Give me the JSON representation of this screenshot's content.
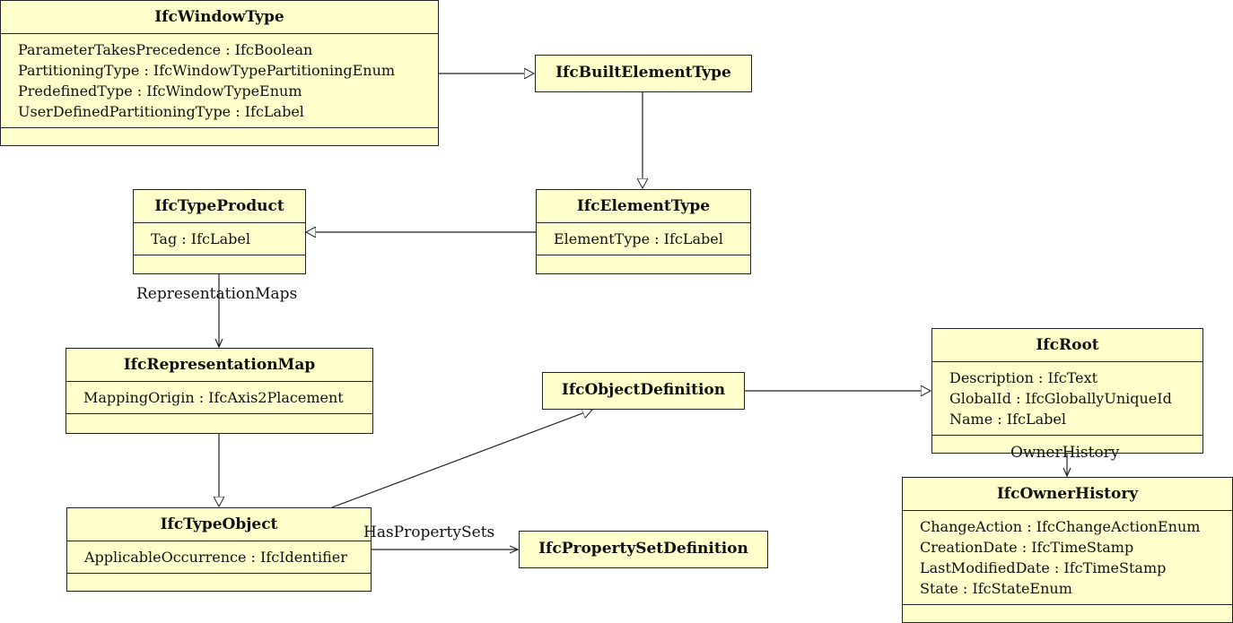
{
  "classes": {
    "window_type": {
      "name": "IfcWindowType",
      "attributes": [
        "ParameterTakesPrecedence : IfcBoolean",
        "PartitioningType : IfcWindowTypePartitioningEnum",
        "PredefinedType : IfcWindowTypeEnum",
        "UserDefinedPartitioningType : IfcLabel"
      ]
    },
    "built_element_type": {
      "name": "IfcBuiltElementType"
    },
    "type_product": {
      "name": "IfcTypeProduct",
      "attributes": [
        "Tag : IfcLabel"
      ]
    },
    "element_type": {
      "name": "IfcElementType",
      "attributes": [
        "ElementType : IfcLabel"
      ]
    },
    "representation_map": {
      "name": "IfcRepresentationMap",
      "attributes": [
        "MappingOrigin : IfcAxis2Placement"
      ]
    },
    "object_definition": {
      "name": "IfcObjectDefinition"
    },
    "root": {
      "name": "IfcRoot",
      "attributes": [
        "Description : IfcText",
        "GlobalId : IfcGloballyUniqueId",
        "Name : IfcLabel"
      ]
    },
    "type_object": {
      "name": "IfcTypeObject",
      "attributes": [
        "ApplicableOccurrence : IfcIdentifier"
      ]
    },
    "property_set_definition": {
      "name": "IfcPropertySetDefinition"
    },
    "owner_history": {
      "name": "IfcOwnerHistory",
      "attributes": [
        "ChangeAction : IfcChangeActionEnum",
        "CreationDate : IfcTimeStamp",
        "LastModifiedDate : IfcTimeStamp",
        "State : IfcStateEnum"
      ]
    }
  },
  "associations": {
    "representation_maps": "RepresentationMaps",
    "has_property_sets": "HasPropertySets",
    "owner_history": "OwnerHistory"
  }
}
